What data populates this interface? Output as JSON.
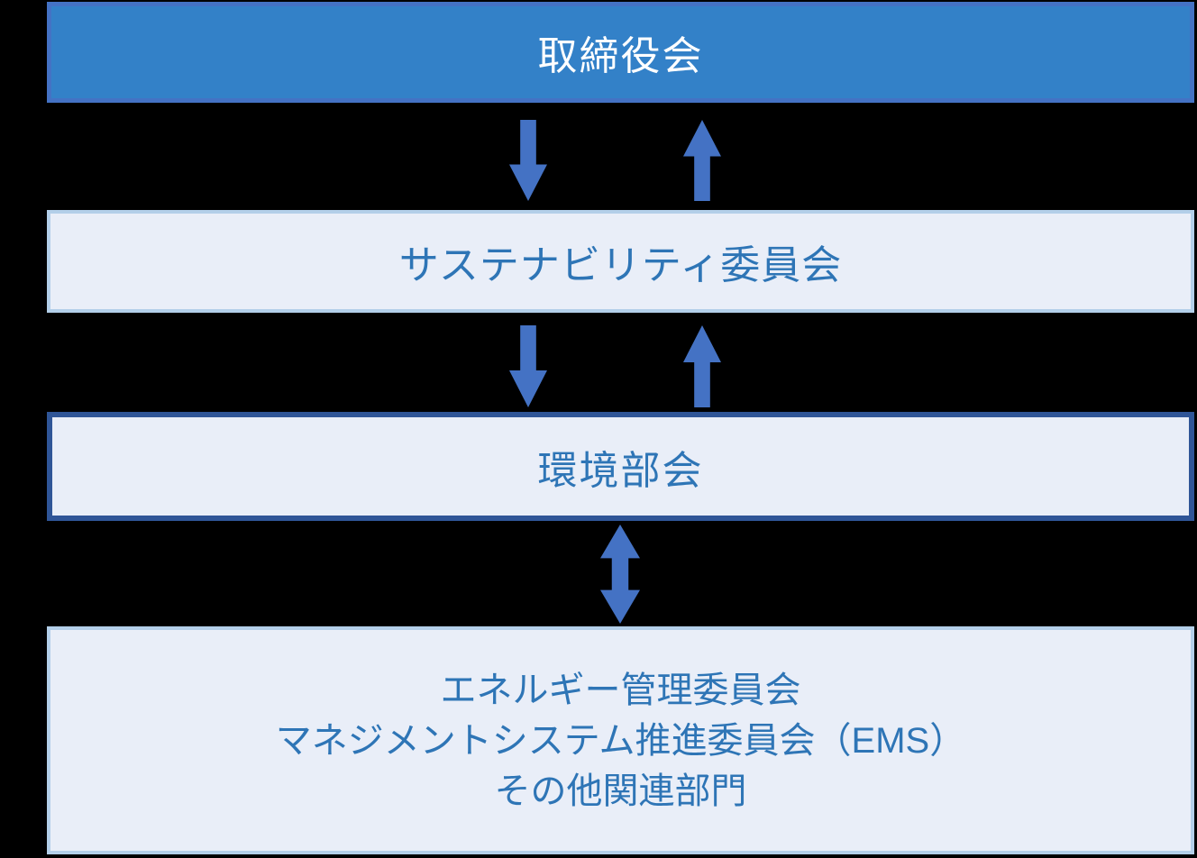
{
  "colors": {
    "background": "#000000",
    "box1-fill": "#3381C8",
    "box1-border": "#4472C4",
    "light-fill": "#E9EEF8",
    "light-border": "#B3CFE9",
    "dark-border": "#2F5597",
    "text-blue": "#2E75B6",
    "arrow-color": "#4472C4"
  },
  "diagram": {
    "type": "governance-org-flowchart",
    "boxes": [
      {
        "id": "board",
        "label": "取締役会"
      },
      {
        "id": "sustainability-committee",
        "label": "サステナビリティ委員会"
      },
      {
        "id": "environment-subcommittee",
        "label": "環境部会"
      },
      {
        "id": "related-bodies",
        "lines": [
          "エネルギー管理委員会",
          "マネジメントシステム推進委員会（EMS）",
          "その他関連部門"
        ]
      }
    ],
    "connectors": [
      {
        "from": "board",
        "to": "sustainability-committee",
        "style": "paired-down-and-up-arrows"
      },
      {
        "from": "sustainability-committee",
        "to": "environment-subcommittee",
        "style": "paired-down-and-up-arrows"
      },
      {
        "from": "environment-subcommittee",
        "to": "related-bodies",
        "style": "double-headed-vertical-arrow"
      }
    ]
  }
}
